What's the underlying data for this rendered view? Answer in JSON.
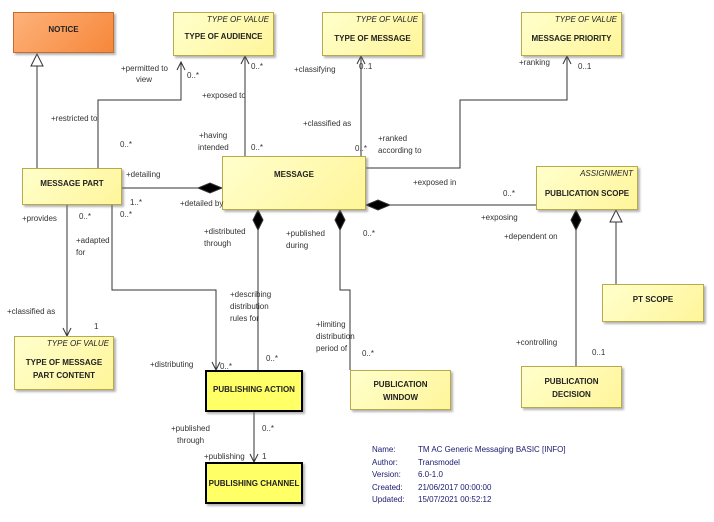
{
  "classes": {
    "notice": {
      "name": "NOTICE"
    },
    "type_of_audience": {
      "stereotype": "TYPE OF VALUE",
      "name": "TYPE OF AUDIENCE"
    },
    "type_of_message": {
      "stereotype": "TYPE OF VALUE",
      "name": "TYPE OF MESSAGE"
    },
    "message_priority": {
      "stereotype": "TYPE OF VALUE",
      "name": "MESSAGE PRIORITY"
    },
    "message_part": {
      "name": "MESSAGE PART"
    },
    "message": {
      "name": "MESSAGE"
    },
    "publication_scope": {
      "stereotype": "ASSIGNMENT",
      "name": "PUBLICATION SCOPE"
    },
    "pt_scope": {
      "name": "PT SCOPE"
    },
    "type_of_message_part_content": {
      "stereotype": "TYPE OF VALUE",
      "name_line1": "TYPE OF MESSAGE",
      "name_line2": "PART CONTENT"
    },
    "publishing_action": {
      "name": "PUBLISHING ACTION"
    },
    "publication_window": {
      "name_line1": "PUBLICATION",
      "name_line2": "WINDOW"
    },
    "publication_decision": {
      "name_line1": "PUBLICATION",
      "name_line2": "DECISION"
    },
    "publishing_channel": {
      "name": "PUBLISHING CHANNEL"
    }
  },
  "labels": {
    "permitted_to_view": "+permitted to",
    "permitted_to_view_2": "view",
    "mult_audience_1": "0..*",
    "mult_audience_2": "0..*",
    "restricted_to": "+restricted to",
    "mult_restricted": "0..*",
    "exposed_to": "+exposed to",
    "having_intended": "+having",
    "having_intended_2": "intended",
    "mult_having": "0..*",
    "classifying": "+classifying",
    "mult_classifying": "0..1",
    "classified_as": "+classified as",
    "mult_classified": "0..*",
    "ranked_according": "+ranked",
    "ranked_according_2": "according to",
    "ranking": "+ranking",
    "mult_ranking": "0..1",
    "exposed_in": "+exposed in",
    "mult_exposed_in": "0..*",
    "detailing": "+detailing",
    "mult_detailing": "1..*",
    "detailed_by": "+detailed by",
    "provides": "+provides",
    "mult_provides": "0..*",
    "mult_adapted": "0..*",
    "adapted_for": "+adapted",
    "adapted_for_2": "for",
    "distributed_through": "+distributed",
    "distributed_through_2": "through",
    "published_during": "+published",
    "published_during_2": "during",
    "mult_published": "0..*",
    "exposing": "+exposing",
    "dependent_on": "+dependent on",
    "classified_as_content": "+classified as",
    "mult_content": "1",
    "describing_rules": "+describing",
    "describing_rules_2": "distribution",
    "describing_rules_3": "rules for",
    "mult_describing": "0..*",
    "limiting_period": "+limiting",
    "limiting_period_2": "distribution",
    "limiting_period_3": "period of",
    "mult_limiting": "0..*",
    "controlling": "+controlling",
    "mult_controlling": "0..1",
    "distributing": "+distributing",
    "mult_distributing": "0..*",
    "published_through": "+published",
    "published_through_2": "through",
    "mult_published_through": "0..*",
    "publishing": "+publishing",
    "mult_publishing": "1"
  },
  "info": {
    "name_key": "Name:",
    "name_val": "TM AC Generic Messaging BASIC [INFO]",
    "author_key": "Author:",
    "author_val": "Transmodel",
    "version_key": "Version:",
    "version_val": "6.0-1.0",
    "created_key": "Created:",
    "created_val": "21/06/2017 00:00:00",
    "updated_key": "Updated:",
    "updated_val": "15/07/2021 00:52:12"
  }
}
